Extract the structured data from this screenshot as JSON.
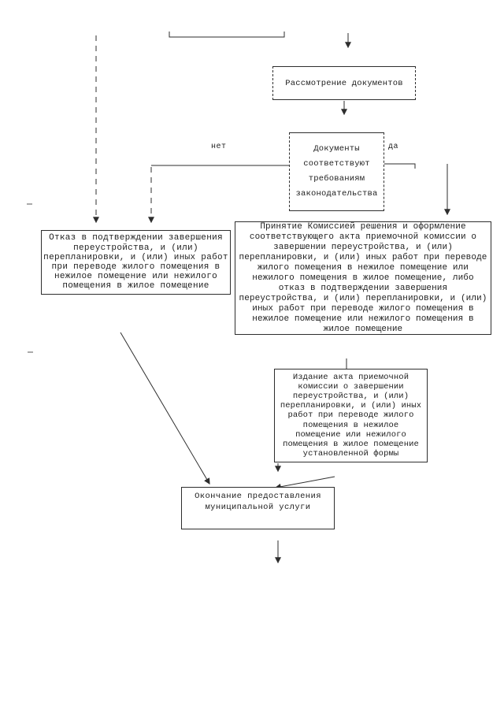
{
  "document": {
    "kind": "scanned-flowchart",
    "language": "ru",
    "colors": {
      "background": "#ffffff",
      "ink": "#2e2e2e"
    }
  },
  "nodes": {
    "review": {
      "label": "Рассмотрение документов"
    },
    "decision": {
      "label": "Документы\nсоответствуют\nтребованиям\nзаконодательства"
    },
    "refusal": {
      "label": "Отказ в подтверждении завершения\nпереустройства, и (или)\nперепланировки, и (или) иных работ\nпри переводе жилого помещения в\nнежилое помещение или нежилого\nпомещения в жилое помещение"
    },
    "commission": {
      "label": "Принятие Комиссией решения и оформление\nсоответствующего акта приемочной комиссии о\nзавершении переустройства, и (или)\nперепланировки, и (или) иных работ при переводе\nжилого помещения в нежилое помещение или\nнежилого помещения в жилое помещение, либо\nотказ в подтверждении завершения\nпереустройства, и (или) перепланировки, и (или)\nиных работ при переводе жилого помещения в\nнежилое помещение или нежилого помещения в\nжилое помещение"
    },
    "act": {
      "label": "Издание акта приемочной\nкомиссии о завершении\nпереустройства, и (или)\nперепланировки, и (или) иных\nработ при переводе жилого\nпомещения в нежилое\nпомещение или нежилого\nпомещения в жилое помещение\nустановленной формы"
    },
    "end": {
      "label": "Окончание предоставления\nмуниципальной услуги"
    }
  },
  "edge_labels": {
    "no": "нет",
    "yes": "да"
  }
}
